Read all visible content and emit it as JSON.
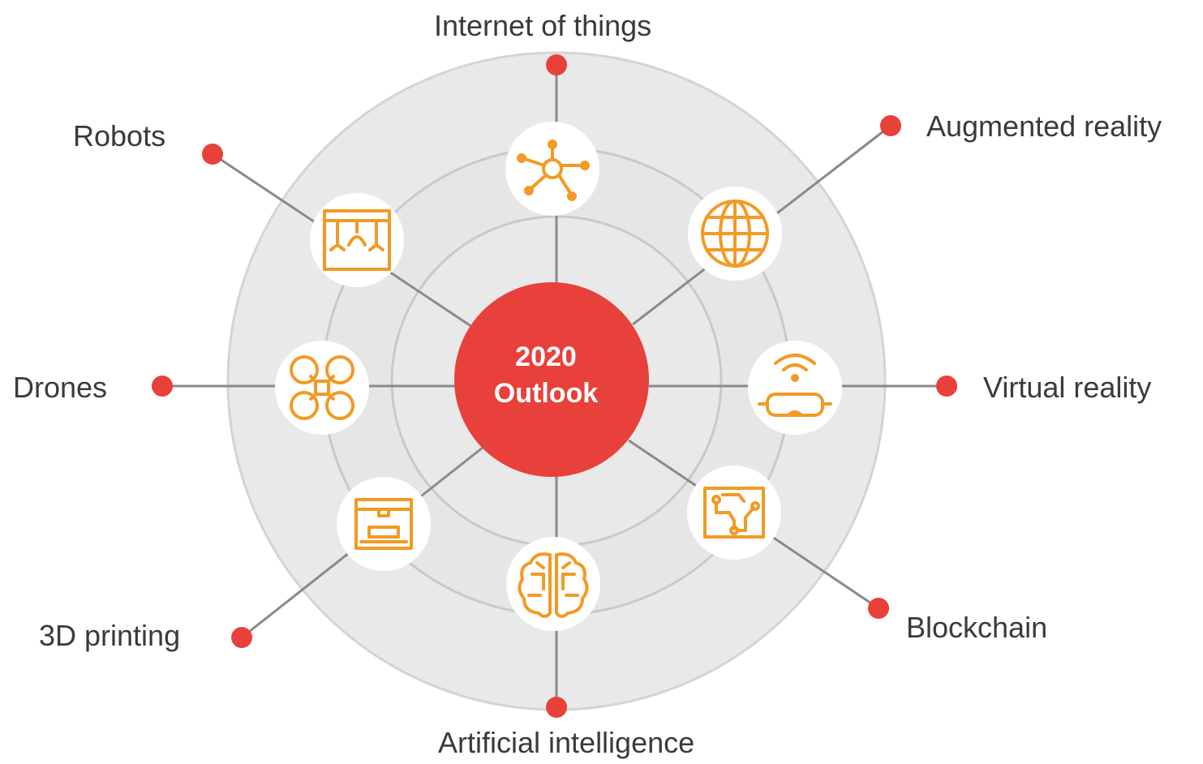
{
  "center": {
    "line1": "2020",
    "line2": "Outlook",
    "color": "#e8403a"
  },
  "colors": {
    "accent": "#e8403a",
    "icon": "#f29a24",
    "ring_fill": "#e9e9ea",
    "ring_stroke": "#c9c9cb",
    "connector": "#8a8a8a"
  },
  "technologies": [
    {
      "label": "Internet of things",
      "icon": "network-hub-icon"
    },
    {
      "label": "Augmented reality",
      "icon": "globe-icon"
    },
    {
      "label": "Virtual reality",
      "icon": "vr-headset-icon"
    },
    {
      "label": "Blockchain",
      "icon": "circuit-board-icon"
    },
    {
      "label": "Artificial intelligence",
      "icon": "brain-circuit-icon"
    },
    {
      "label": "3D printing",
      "icon": "3d-printer-icon"
    },
    {
      "label": "Drones",
      "icon": "drone-icon"
    },
    {
      "label": "Robots",
      "icon": "robot-arm-icon"
    }
  ]
}
